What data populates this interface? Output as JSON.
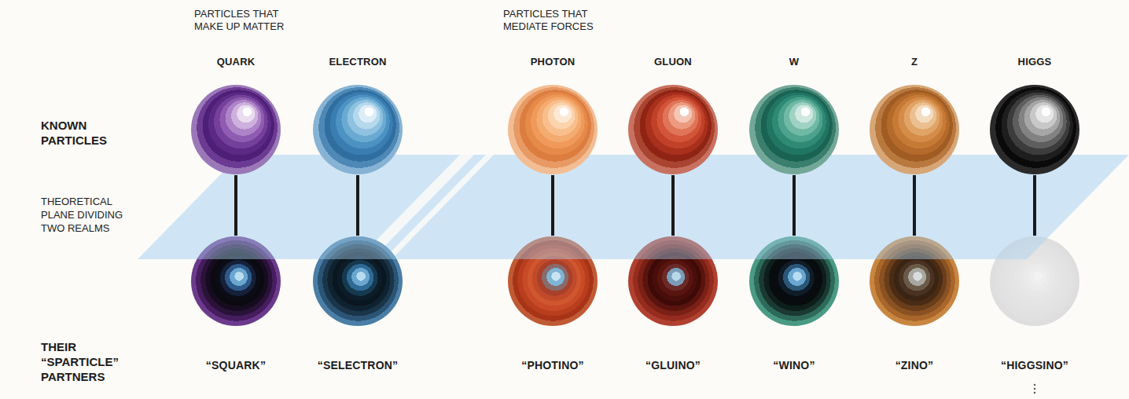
{
  "diagram": {
    "nodes": [
      {
        "text": [
          "QUARK"
        ]
      },
      {
        "text": [
          "ELECTRON"
        ]
      },
      {
        "text": [
          "PHOTON"
        ]
      },
      {
        "text": [
          "GLUON"
        ]
      },
      {
        "text": [
          "W"
        ]
      },
      {
        "text": [
          "Z"
        ]
      },
      {
        "text": [
          "HIGGS"
        ]
      },
      {
        "text": [
          "“SQUARK”"
        ]
      },
      {
        "text": [
          "“SELECTRON”"
        ]
      },
      {
        "text": [
          "“PHOTINO”"
        ]
      },
      {
        "text": [
          "“GLUINO”"
        ]
      },
      {
        "text": [
          "“WINO”"
        ]
      },
      {
        "text": [
          "“ZINO”"
        ]
      },
      {
        "text": [
          "“HIGGSINO”"
        ]
      }
    ],
    "edges": [
      {
        "from": 0,
        "to": 7,
        "arrow": "none"
      },
      {
        "from": 1,
        "to": 8,
        "arrow": "none"
      },
      {
        "from": 2,
        "to": 9,
        "arrow": "none"
      },
      {
        "from": 3,
        "to": 10,
        "arrow": "none"
      },
      {
        "from": 4,
        "to": 11,
        "arrow": "none"
      },
      {
        "from": 5,
        "to": 12,
        "arrow": "none"
      },
      {
        "from": 6,
        "to": 13,
        "arrow": "none"
      }
    ],
    "labels": [
      "PARTICLES THAT MAKE UP MATTER",
      "PARTICLES THAT MEDIATE FORCES",
      "KNOWN PARTICLES",
      "THEORETICAL PLANE DIVIDING TWO REALMS",
      "THEIR “SPARTICLE” PARTNERS"
    ]
  }
}
